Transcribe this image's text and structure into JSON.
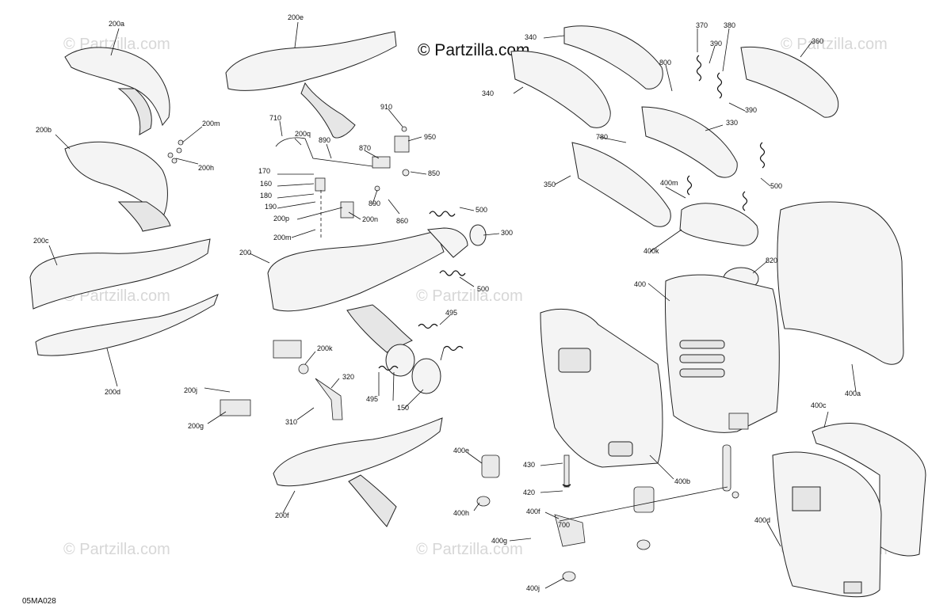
{
  "brand": {
    "copyright_text": "© Partzilla.com"
  },
  "watermark": {
    "text": "© Partzilla.com"
  },
  "diagram_code": "05MA028",
  "callouts": {
    "c200a": "200a",
    "c200b": "200b",
    "c200c": "200c",
    "c200d": "200d",
    "c200e": "200e",
    "c200f": "200f",
    "c200g": "200g",
    "c200h": "200h",
    "c200j": "200j",
    "c200k": "200k",
    "c200m_top": "200m",
    "c200m_mid": "200m",
    "c200n": "200n",
    "c200p": "200p",
    "c200q": "200q",
    "c200": "200",
    "c150": "150",
    "c160": "160",
    "c170": "170",
    "c180": "180",
    "c190": "190",
    "c300": "300",
    "c310": "310",
    "c320": "320",
    "c330": "330",
    "c340_top": "340",
    "c340_left": "340",
    "c350": "350",
    "c360": "360",
    "c370": "370",
    "c380": "380",
    "c390_top": "390",
    "c390_mid": "390",
    "c400": "400",
    "c400a": "400a",
    "c400b": "400b",
    "c400c": "400c",
    "c400d": "400d",
    "c400e": "400e",
    "c400f": "400f",
    "c400g": "400g",
    "c400h": "400h",
    "c400j": "400j",
    "c400k": "400k",
    "c400m": "400m",
    "c420": "420",
    "c430": "430",
    "c495_top": "495",
    "c495_bot": "495",
    "c500_a": "500",
    "c500_b": "500",
    "c500_c": "500",
    "c700": "700",
    "c710": "710",
    "c780": "780",
    "c800": "800",
    "c820": "820",
    "c850": "850",
    "c860": "860",
    "c870": "870",
    "c890_top": "890",
    "c890_bot": "890",
    "c910": "910",
    "c950": "950"
  }
}
